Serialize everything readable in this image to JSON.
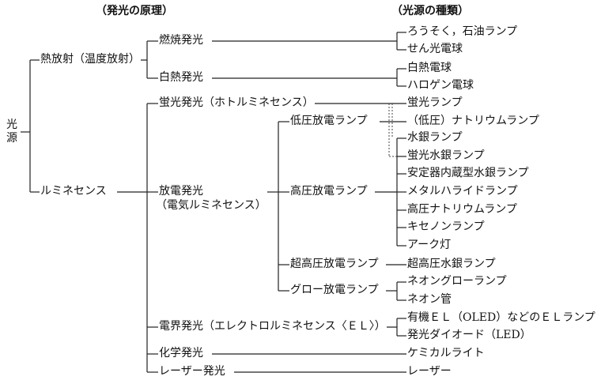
{
  "headers": {
    "principle": "（発光の原理）",
    "types": "（光源の種類）"
  },
  "root": "光源",
  "categories": {
    "thermal": "熱放射（温度放射）",
    "luminescence": "ルミネセンス"
  },
  "principles": {
    "combustion": "燃焼発光",
    "incandescence": "白熱発光",
    "fluorescence": "蛍光発光（ホトルミネセンス）",
    "discharge_line1": "放電発光",
    "discharge_line2": "（電気ルミネセンス）",
    "electroluminescence": "電界発光（エレクトロルミネセンス〈ＥＬ〉）",
    "chemical": "化学発光",
    "laser": "レーザー発光"
  },
  "discharge_types": {
    "low_pressure": "低圧放電ランプ",
    "high_pressure": "高圧放電ランプ",
    "ultra_high_pressure": "超高圧放電ランプ",
    "glow": "グロー放電ランプ"
  },
  "light_sources": {
    "candle_oil": "ろうそく，石油ランプ",
    "gas_mantle": "せん光電球",
    "incandescent_bulb": "白熱電球",
    "halogen_bulb": "ハロゲン電球",
    "fluorescent_lamp": "蛍光ランプ",
    "low_sodium": "（低圧）ナトリウムランプ",
    "mercury": "水銀ランプ",
    "fluorescent_mercury": "蛍光水銀ランプ",
    "ballast_mercury": "安定器内蔵型水銀ランプ",
    "metal_halide": "メタルハライドランプ",
    "high_sodium": "高圧ナトリウムランプ",
    "xenon": "キセノンランプ",
    "arc": "アーク灯",
    "ultra_mercury": "超高圧水銀ランプ",
    "neon_glow": "ネオングローランプ",
    "neon_tube": "ネオン管",
    "oled": "有機ＥＬ（OLED）などのＥＬランプ",
    "led": "発光ダイオード（LED）",
    "chemical_light": "ケミカルライト",
    "laser": "レーザー"
  }
}
